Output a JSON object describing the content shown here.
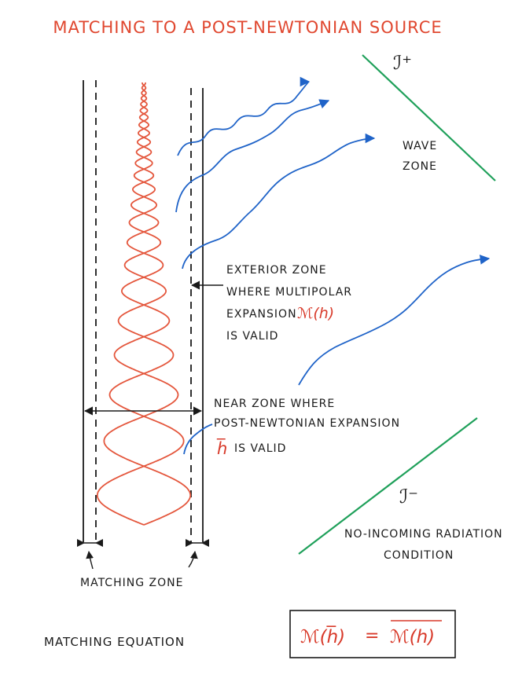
{
  "title": "MATCHING TO A POST-NEWTONIAN SOURCE",
  "labels": {
    "scri_plus": "ℐ⁺",
    "scri_minus": "ℐ⁻",
    "wave_zone_1": "WAVE",
    "wave_zone_2": "ZONE",
    "exterior_1": "EXTERIOR ZONE",
    "exterior_2": "WHERE MULTIPOLAR",
    "exterior_3": "EXPANSION",
    "exterior_math": "ℳ(h)",
    "exterior_4": "IS VALID",
    "near_1": "NEAR ZONE WHERE",
    "near_2": "POST-NEWTONIAN EXPANSION",
    "near_math": "h̅",
    "near_3": "IS VALID",
    "noinc_1": "NO-INCOMING RADIATION",
    "noinc_2": "CONDITION",
    "matching_zone": "MATCHING ZONE",
    "matching_equation": "MATCHING EQUATION",
    "eq_lhs": "ℳ(h̅)",
    "eq_equals": "=",
    "eq_rhs": "ℳ(h)"
  },
  "colors": {
    "title_red": "#e0472f",
    "spiral_red": "#e4563c",
    "wave_blue": "#1f63c8",
    "null_green": "#1fa05a",
    "ink": "#1a1a1a",
    "box_red": "#d83a2a"
  }
}
